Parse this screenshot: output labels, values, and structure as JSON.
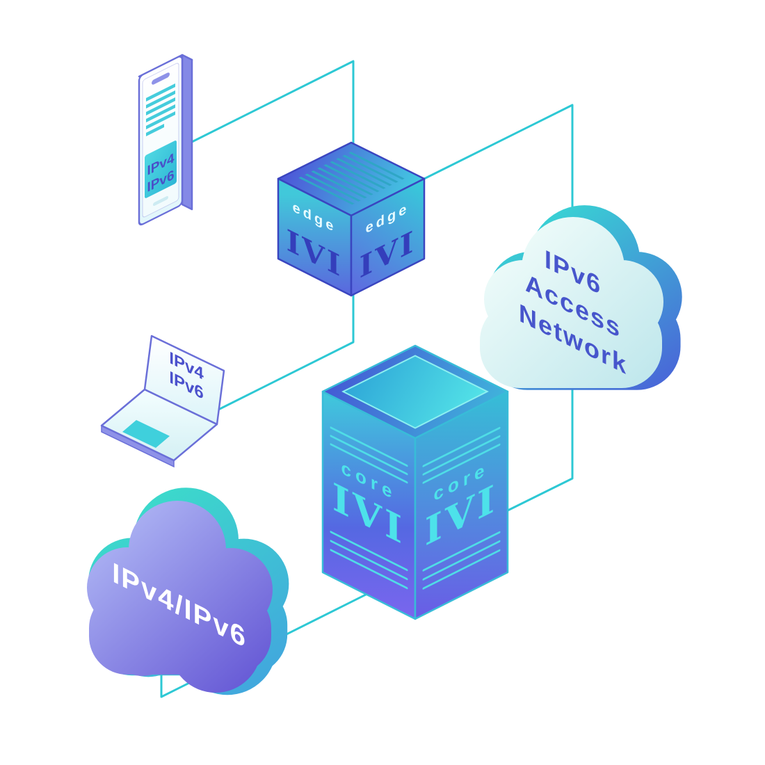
{
  "diagram": {
    "phone": {
      "line1": "IPv4",
      "line2": "IPv6"
    },
    "laptop": {
      "line1": "IPv4",
      "line2": "IPv6"
    },
    "edge_router": {
      "left_label": "edge",
      "left_logo": "IVI",
      "right_label": "edge",
      "right_logo": "IVI"
    },
    "core_router": {
      "left_label": "core",
      "left_logo": "IVI",
      "right_label": "core",
      "right_logo": "IVI"
    },
    "access_cloud": {
      "line1": "IPv6",
      "line2": "Access",
      "line3": "Network"
    },
    "transit_cloud": {
      "label": "IPv4/IPv6"
    },
    "colors": {
      "connector": "#2dc8d4",
      "teal": "#3fd0dc",
      "blue": "#4a55d6",
      "indigo_logo": "#343ebb",
      "device_outline": "#6a6fd8",
      "mint_cloud": "#dff5f3",
      "purple_cloud": "#8278e2",
      "cloud_text_blue": "#4756cc",
      "white": "#ffffff"
    }
  }
}
